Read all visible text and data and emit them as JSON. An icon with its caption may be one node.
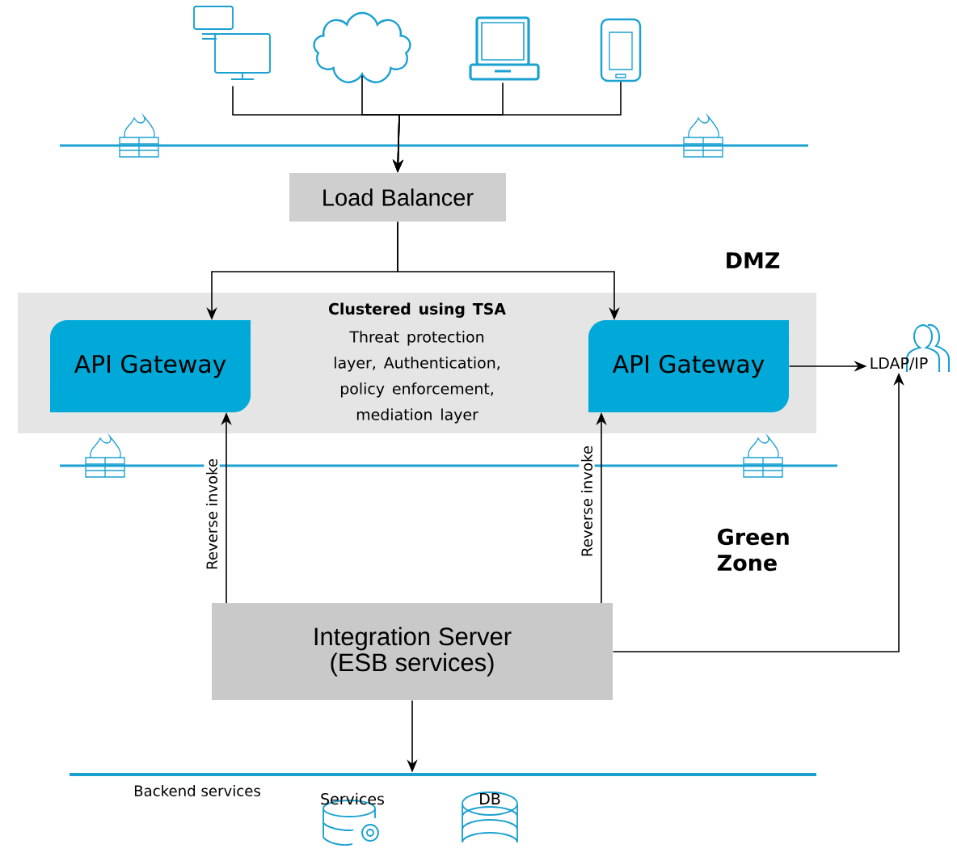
{
  "diagram": {
    "nodes": [
      {
        "text": [],
        "shape": "computer"
      },
      {
        "text": [],
        "shape": "cloud"
      },
      {
        "text": [],
        "shape": "laptop"
      },
      {
        "text": [],
        "shape": "phone"
      },
      {
        "text": [
          "Load Balancer"
        ]
      },
      {
        "text": [
          "Clustered using TSA",
          "Threat protection layer, Authentication, policy enforcement, mediation layer"
        ]
      },
      {
        "text": [
          "API Gateway"
        ],
        "in": 5
      },
      {
        "text": [
          "API Gateway"
        ],
        "in": 5
      },
      {
        "text": [
          "LDAP/IP"
        ]
      },
      {
        "text": [
          "Integration Server (ESB services)"
        ]
      },
      {
        "text": [],
        "shape": "bar",
        "beside": [
          "Backend services"
        ]
      },
      {
        "text": [
          "Services"
        ]
      },
      {
        "text": [
          "DB"
        ]
      }
    ],
    "edges": [
      {
        "from": 0,
        "to": 4,
        "arrow": "to"
      },
      {
        "from": 1,
        "to": 4,
        "arrow": "to"
      },
      {
        "from": 2,
        "to": 4,
        "arrow": "to"
      },
      {
        "from": 3,
        "to": 4,
        "arrow": "to"
      },
      {
        "from": 4,
        "to": 6,
        "arrow": "to"
      },
      {
        "from": 4,
        "to": 7,
        "arrow": "to"
      },
      {
        "from": 7,
        "to": 8,
        "arrow": "to"
      },
      {
        "from": 9,
        "to": 6,
        "arrow": "to",
        "label": "Reverse invoke"
      },
      {
        "from": 9,
        "to": 7,
        "arrow": "to",
        "label": "Reverse invoke"
      },
      {
        "from": 9,
        "to": 8,
        "arrow": "to"
      },
      {
        "from": 9,
        "to": 10,
        "arrow": "to"
      }
    ],
    "labels": [
      "DMZ",
      "Green Zone"
    ]
  }
}
